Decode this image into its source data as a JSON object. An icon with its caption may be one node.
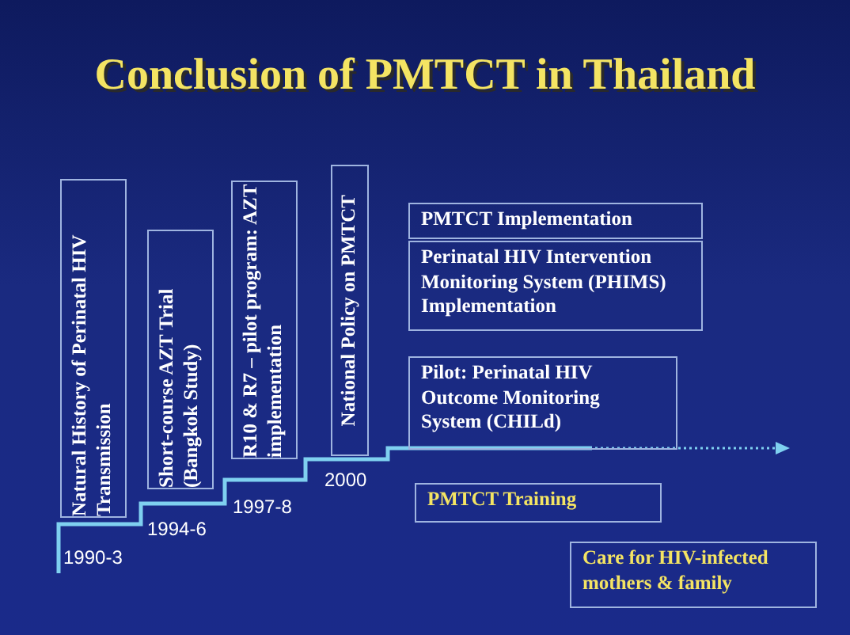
{
  "diagram": {
    "title": "Conclusion of PMTCT in Thailand",
    "nodes": [
      {
        "text": [
          "Natural History of Perinatal HIV Transmission"
        ]
      },
      {
        "text": [
          "Short-course AZT Trial (Bangkok Study)"
        ]
      },
      {
        "text": [
          "R10 & R7 – pilot program: AZT implementation"
        ]
      },
      {
        "text": [
          "National Policy on PMTCT"
        ]
      },
      {
        "text": [
          "PMTCT Implementation"
        ]
      },
      {
        "text": [
          "Perinatal HIV Intervention Monitoring System (PHIMS) Implementation"
        ]
      },
      {
        "text": [
          "Pilot: Perinatal HIV Outcome Monitoring System (CHILd)"
        ]
      },
      {
        "text": [
          "PMTCT Training"
        ]
      },
      {
        "text": [
          "Care for HIV-infected mothers & family"
        ]
      }
    ],
    "labels": [
      "1990-3",
      "1994-6",
      "1997-8",
      "2000"
    ]
  }
}
